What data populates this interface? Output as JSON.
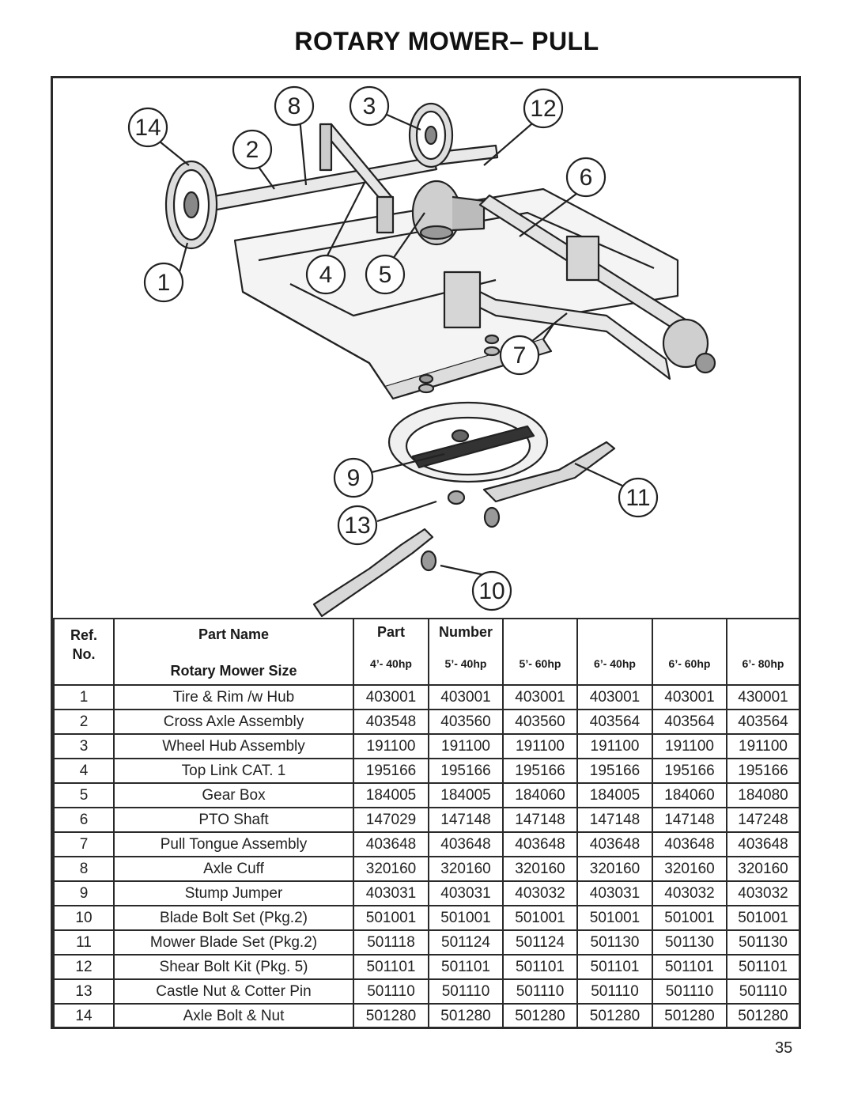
{
  "title": "ROTARY MOWER– PULL",
  "page_number": "35",
  "diagram": {
    "callouts": [
      "14",
      "8",
      "3",
      "12",
      "2",
      "6",
      "1",
      "4",
      "5",
      "7",
      "9",
      "11",
      "13",
      "10"
    ]
  },
  "table": {
    "ref_header": [
      "Ref.",
      "No."
    ],
    "part_name_header": "Part Name",
    "part_header": "Part",
    "number_header": "Number",
    "size_header": "Rotary Mower Size",
    "sizes": [
      "4’- 40hp",
      "5’- 40hp",
      "5’- 60hp",
      "6’- 40hp",
      "6’- 60hp",
      "6’- 80hp"
    ],
    "rows": [
      {
        "ref": "1",
        "name": "Tire & Rim /w Hub",
        "values": [
          "403001",
          "403001",
          "403001",
          "403001",
          "403001",
          "430001"
        ]
      },
      {
        "ref": "2",
        "name": "Cross Axle Assembly",
        "values": [
          "403548",
          "403560",
          "403560",
          "403564",
          "403564",
          "403564"
        ]
      },
      {
        "ref": "3",
        "name": "Wheel Hub Assembly",
        "values": [
          "191100",
          "191100",
          "191100",
          "191100",
          "191100",
          "191100"
        ]
      },
      {
        "ref": "4",
        "name": "Top Link CAT. 1",
        "values": [
          "195166",
          "195166",
          "195166",
          "195166",
          "195166",
          "195166"
        ]
      },
      {
        "ref": "5",
        "name": "Gear Box",
        "values": [
          "184005",
          "184005",
          "184060",
          "184005",
          "184060",
          "184080"
        ]
      },
      {
        "ref": "6",
        "name": "PTO Shaft",
        "values": [
          "147029",
          "147148",
          "147148",
          "147148",
          "147148",
          "147248"
        ]
      },
      {
        "ref": "7",
        "name": "Pull Tongue Assembly",
        "values": [
          "403648",
          "403648",
          "403648",
          "403648",
          "403648",
          "403648"
        ]
      },
      {
        "ref": "8",
        "name": "Axle Cuff",
        "values": [
          "320160",
          "320160",
          "320160",
          "320160",
          "320160",
          "320160"
        ]
      },
      {
        "ref": "9",
        "name": "Stump Jumper",
        "values": [
          "403031",
          "403031",
          "403032",
          "403031",
          "403032",
          "403032"
        ]
      },
      {
        "ref": "10",
        "name": "Blade Bolt Set (Pkg.2)",
        "values": [
          "501001",
          "501001",
          "501001",
          "501001",
          "501001",
          "501001"
        ]
      },
      {
        "ref": "11",
        "name": "Mower Blade Set (Pkg.2)",
        "values": [
          "501118",
          "501124",
          "501124",
          "501130",
          "501130",
          "501130"
        ]
      },
      {
        "ref": "12",
        "name": "Shear Bolt Kit (Pkg. 5)",
        "values": [
          "501101",
          "501101",
          "501101",
          "501101",
          "501101",
          "501101"
        ]
      },
      {
        "ref": "13",
        "name": "Castle Nut & Cotter Pin",
        "values": [
          "501110",
          "501110",
          "501110",
          "501110",
          "501110",
          "501110"
        ]
      },
      {
        "ref": "14",
        "name": "Axle Bolt & Nut",
        "values": [
          "501280",
          "501280",
          "501280",
          "501280",
          "501280",
          "501280"
        ]
      }
    ]
  }
}
